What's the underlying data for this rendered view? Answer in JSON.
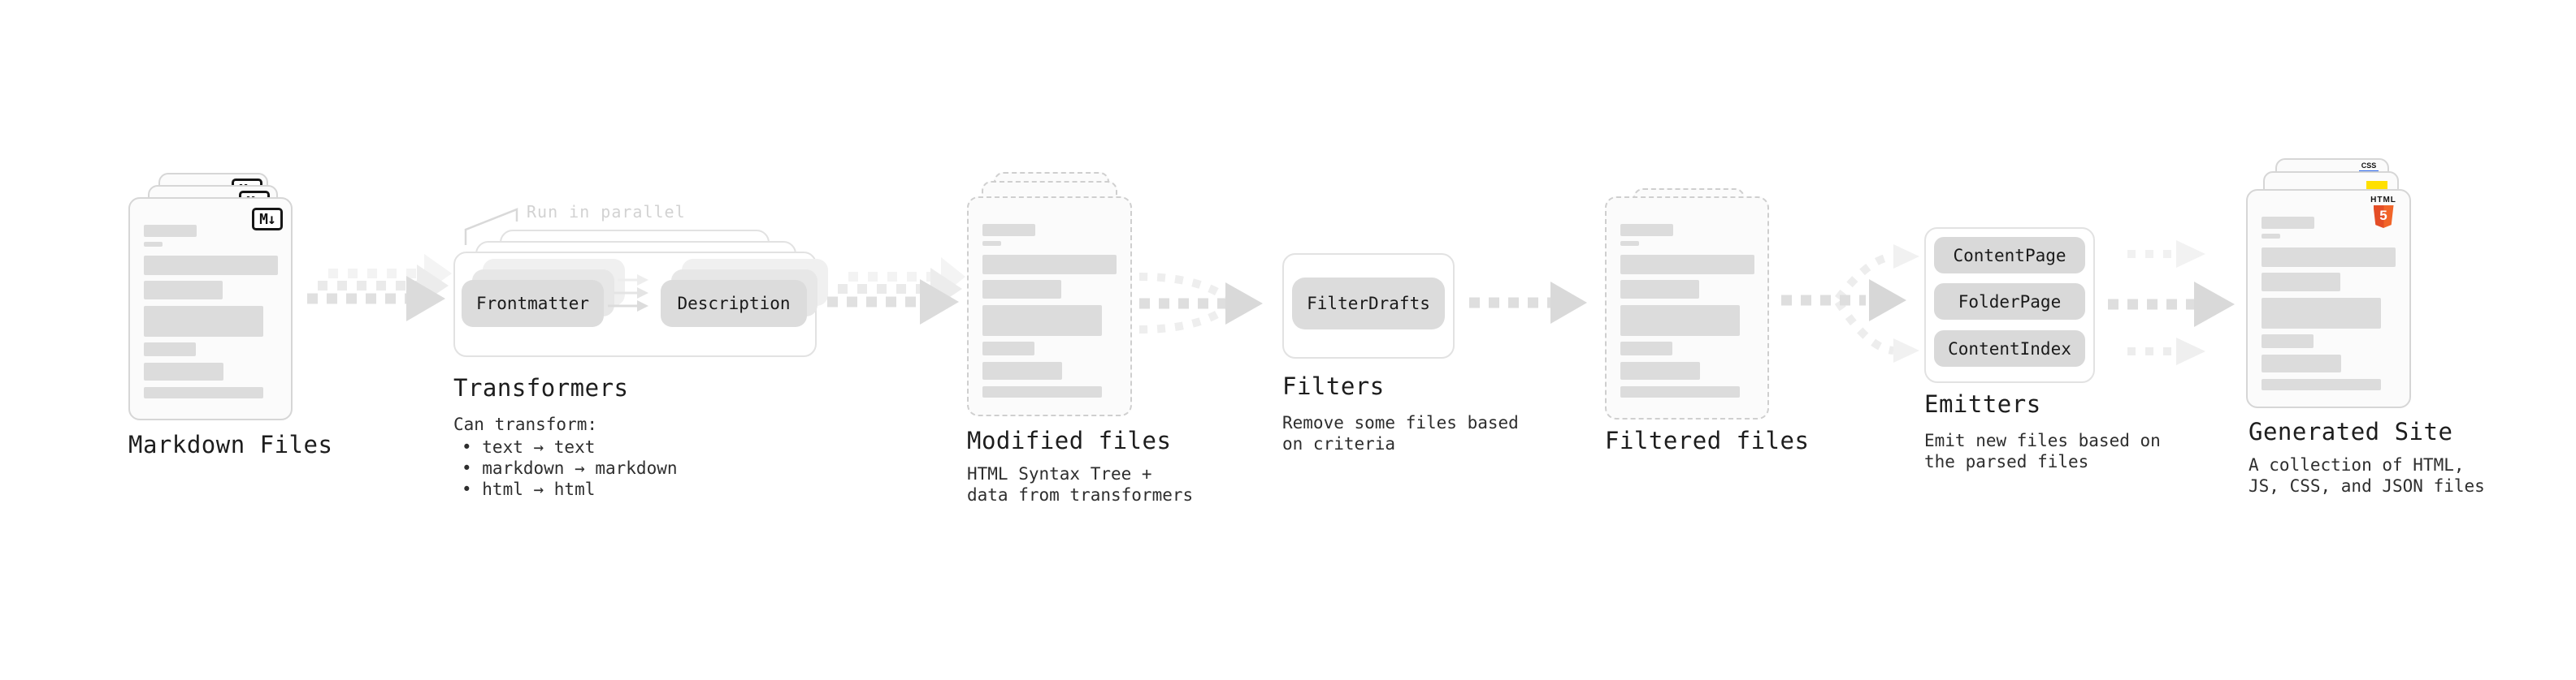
{
  "diagram": {
    "markdown": {
      "label": "Markdown Files",
      "badge": "M↓"
    },
    "transformers": {
      "title": "Transformers",
      "callout": "Run in parallel",
      "chip_left": "Frontmatter",
      "chip_right": "Description",
      "desc_heading": "Can transform:",
      "bullets": [
        "• text → text",
        "• markdown → markdown",
        "• html → html"
      ]
    },
    "modified": {
      "label": "Modified files",
      "subtitle": [
        "HTML Syntax Tree +",
        "data from transformers"
      ]
    },
    "filters": {
      "title": "Filters",
      "chip": "FilterDrafts",
      "subtitle": [
        "Remove some files based",
        "on criteria"
      ]
    },
    "filtered": {
      "label": "Filtered files"
    },
    "emitters": {
      "title": "Emitters",
      "chips": [
        "ContentPage",
        "FolderPage",
        "ContentIndex"
      ],
      "subtitle": [
        "Emit new files based on",
        "the parsed files"
      ]
    },
    "generated": {
      "label": "Generated Site",
      "subtitle": [
        "A collection of HTML,",
        "JS, CSS, and JSON files"
      ],
      "html5_badge_top": "HTML",
      "html5_badge_number": "5",
      "css_badge": "CSS"
    }
  },
  "brand_colors": {
    "html5_orange": "#e44d26",
    "html5_orange_light": "#f16529",
    "js_yellow": "#ffe000",
    "css_blue": "#2862e9"
  },
  "placeholder_bars": [
    {
      "t": 32,
      "l": 17,
      "w": 65,
      "h": 15
    },
    {
      "t": 53,
      "l": 17,
      "w": 23,
      "h": 6
    },
    {
      "t": 70,
      "l": 17,
      "w": 165,
      "h": 24
    },
    {
      "t": 101,
      "l": 17,
      "w": 97,
      "h": 23
    },
    {
      "t": 132,
      "l": 17,
      "w": 147,
      "h": 38
    },
    {
      "t": 177,
      "l": 17,
      "w": 64,
      "h": 17
    },
    {
      "t": 202,
      "l": 17,
      "w": 98,
      "h": 22
    },
    {
      "t": 232,
      "l": 17,
      "w": 147,
      "h": 14
    }
  ]
}
